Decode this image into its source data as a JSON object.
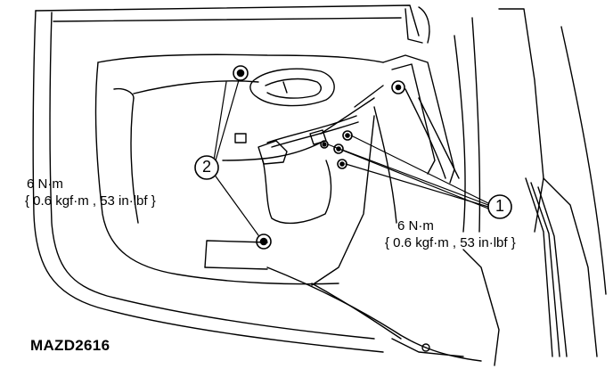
{
  "torque_left": {
    "line1": "6 N·m",
    "line2": "{ 0.6 kgf·m , 53 in·lbf }"
  },
  "torque_right": {
    "line1": "6 N·m",
    "line2": "{ 0.6 kgf·m , 53 in·lbf }"
  },
  "callouts": {
    "one": "1",
    "two": "2"
  },
  "figure_code": "MAZD2616",
  "colors": {
    "ink": "#000000",
    "paper": "#ffffff"
  }
}
